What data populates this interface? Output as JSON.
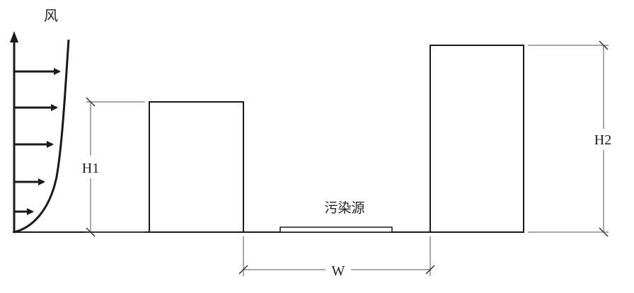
{
  "labels": {
    "wind": "风",
    "h1": "H1",
    "h2": "H2",
    "w": "W",
    "pollution_source": "污染源"
  },
  "colors": {
    "line": "#1a1a1a",
    "dim": "#555555"
  }
}
